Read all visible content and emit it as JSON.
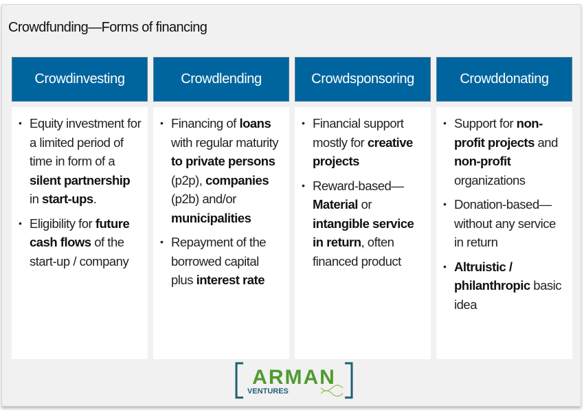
{
  "title": "Crowdfunding—Forms of financing",
  "columns": [
    {
      "header": "Crowdinvesting",
      "bullets": [
        [
          {
            "t": "Equity investment for a limited period of time in form of a "
          },
          {
            "t": "silent partnership",
            "b": true
          },
          {
            "t": " in "
          },
          {
            "t": "start-ups",
            "b": true
          },
          {
            "t": "."
          }
        ],
        [
          {
            "t": "Eligibility for "
          },
          {
            "t": "future cash flows",
            "b": true
          },
          {
            "t": " of the start-up / company"
          }
        ]
      ]
    },
    {
      "header": "Crowdlending",
      "bullets": [
        [
          {
            "t": "Financing of "
          },
          {
            "t": "loans",
            "b": true
          },
          {
            "t": " with regular maturity "
          },
          {
            "t": "to private persons",
            "b": true
          },
          {
            "t": " (p2p), "
          },
          {
            "t": "companies",
            "b": true
          },
          {
            "t": " (p2b) and/or "
          },
          {
            "t": "municipalities",
            "b": true
          }
        ],
        [
          {
            "t": "Repayment of the borrowed capital plus "
          },
          {
            "t": "interest rate",
            "b": true
          }
        ]
      ]
    },
    {
      "header": "Crowdsponsoring",
      "bullets": [
        [
          {
            "t": "Financial support mostly for "
          },
          {
            "t": "creative projects",
            "b": true
          }
        ],
        [
          {
            "t": "Reward-based—"
          },
          {
            "t": "Material",
            "b": true
          },
          {
            "t": " or "
          },
          {
            "t": "intangible service in return",
            "b": true
          },
          {
            "t": ", often financed product"
          }
        ]
      ]
    },
    {
      "header": "Crowddonating",
      "bullets": [
        [
          {
            "t": "Support for "
          },
          {
            "t": "non-profit projects",
            "b": true
          },
          {
            "t": " and "
          },
          {
            "t": "non-profit",
            "b": true
          },
          {
            "t": " organizations"
          }
        ],
        [
          {
            "t": "Donation-based—without any service in return"
          }
        ],
        [
          {
            "t": "Altruistic / philanthropic",
            "b": true
          },
          {
            "t": " basic idea"
          }
        ]
      ]
    }
  ],
  "logo": {
    "name": "ARMAN",
    "sub": "VENTURES",
    "colors": {
      "green": "#4f9a2e",
      "teal": "#1f5f73"
    }
  },
  "colors": {
    "header": "#00659e"
  }
}
